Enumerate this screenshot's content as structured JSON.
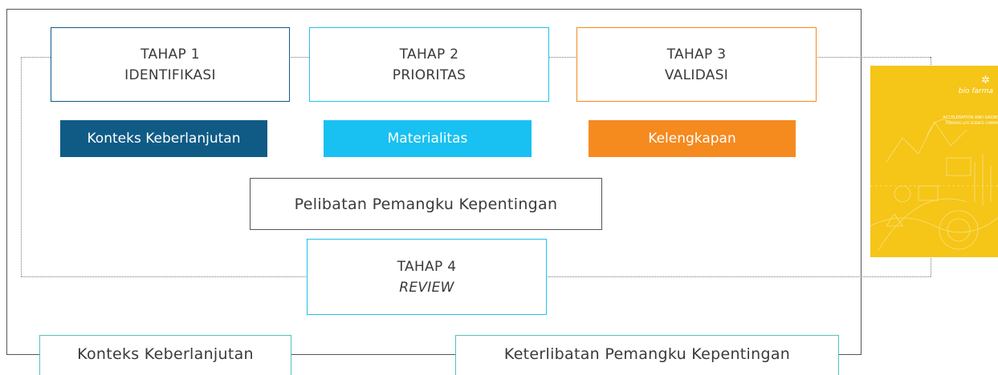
{
  "stages": [
    {
      "line1": "TAHAP 1",
      "line2": "IDENTIFIKASI",
      "color": "#0f5b86"
    },
    {
      "line1": "TAHAP 2",
      "line2": "PRIORITAS",
      "color": "#1ec3ee"
    },
    {
      "line1": "TAHAP 3",
      "line2": "VALIDASI",
      "color": "#f58a1f"
    },
    {
      "line1": "TAHAP 4",
      "line2": "REVIEW",
      "color": "#1ec3ee"
    }
  ],
  "principles": [
    {
      "label": "Konteks Keberlanjutan",
      "color": "#0f5b86"
    },
    {
      "label": "Materialitas",
      "color": "#18c1f1"
    },
    {
      "label": "Kelengkapan",
      "color": "#f58a1f"
    }
  ],
  "stakeholder_center": "Pelibatan Pemangku Kepentingan",
  "bottom_labels": {
    "left": "Konteks Keberlanjutan",
    "right": "Keterlibatan Pemangku Kepentingan",
    "color": "#5bbfb8"
  },
  "cover": {
    "brand": "bio farma",
    "title": "ACCELERATION AND GROWTH TOWARDS LIFE SCIENCE COMPANY",
    "background": "#f5c518"
  }
}
